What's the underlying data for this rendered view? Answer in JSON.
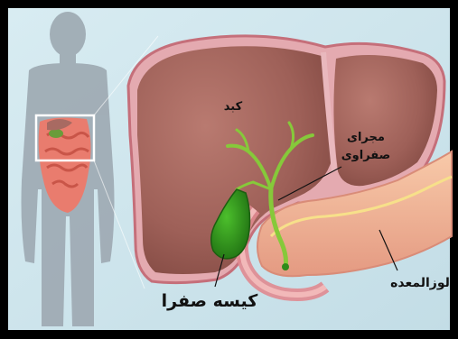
{
  "labels": {
    "liver": "کبد",
    "bile_duct_line1": "مجرای",
    "bile_duct_line2": "صفراوی",
    "pancreas": "لوزالمعده",
    "gallbladder": "کیسه صفرا"
  },
  "colors": {
    "background": "#cfe4ec",
    "frame": "#000000",
    "liver": "#a86a62",
    "liver_rim": "#e8b0b3",
    "gallbladder": "#2f9a1f",
    "ducts": "#82c838",
    "pancreas": "#f2b49a",
    "body_silhouette": "#9aa4ad",
    "inset_box": "#ffffff"
  }
}
